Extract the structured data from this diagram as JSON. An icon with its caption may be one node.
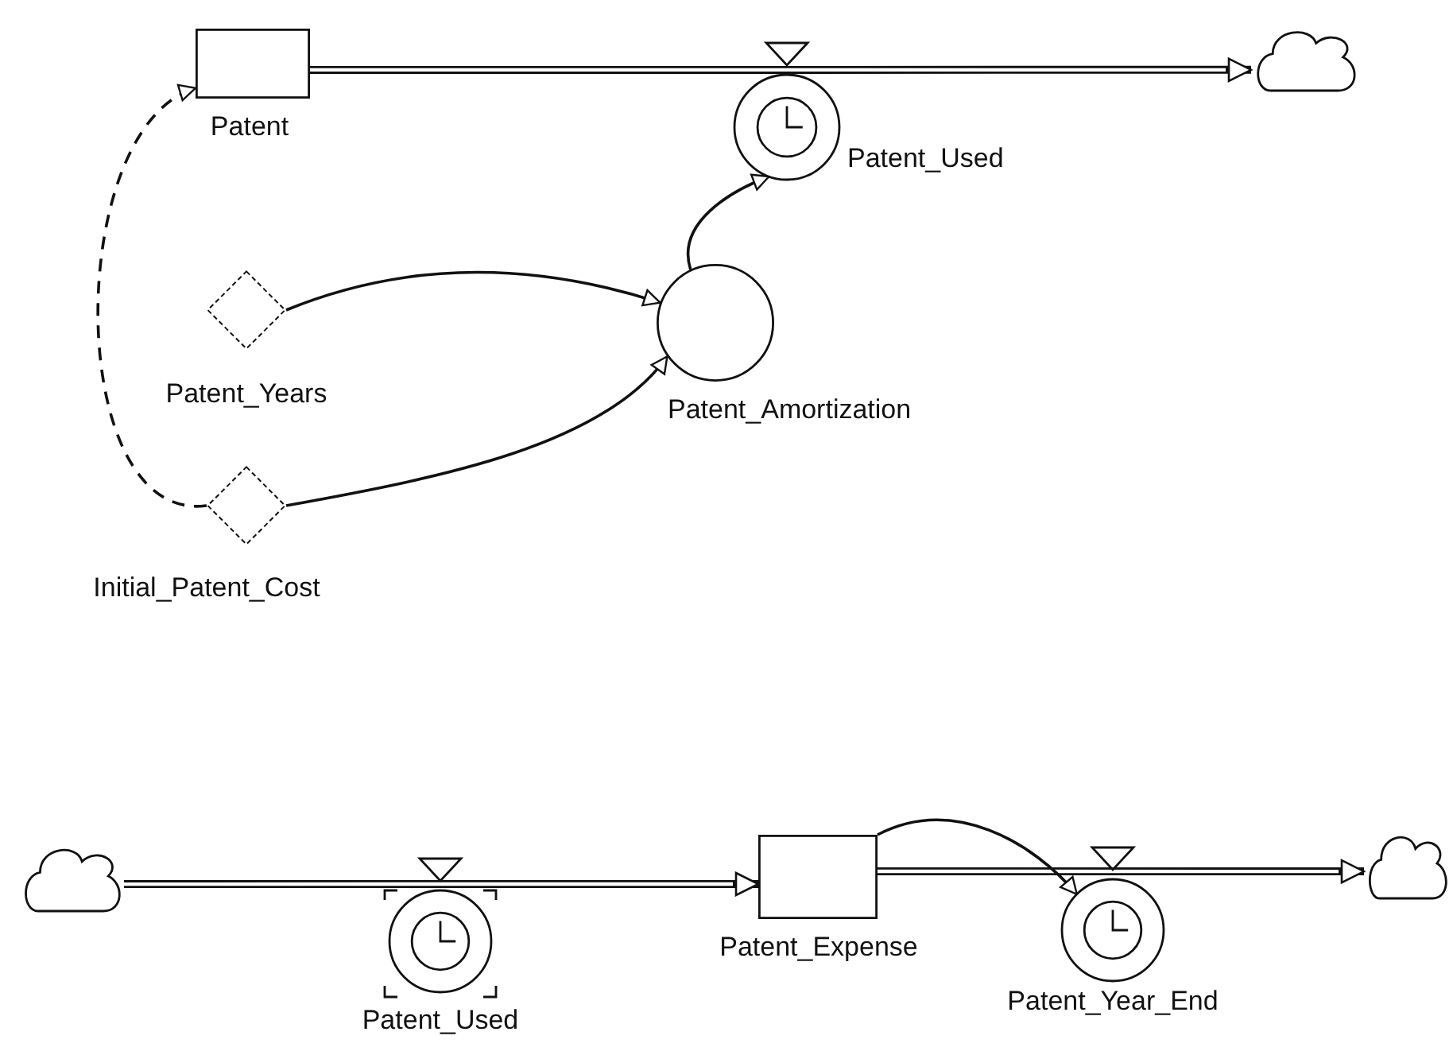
{
  "diagram": {
    "nodes": [
      {
        "text": [
          "Patent"
        ]
      },
      {
        "text": [
          "Patent_Used"
        ]
      },
      {
        "text": [],
        "shape": "cloud"
      },
      {
        "text": [
          "Patent_Years"
        ]
      },
      {
        "text": [
          "Patent_Amortization"
        ]
      },
      {
        "text": [
          "Initial_Patent_Cost"
        ]
      },
      {
        "text": [],
        "shape": "cloud"
      },
      {
        "text": [
          "Patent_Used"
        ]
      },
      {
        "text": [
          "Patent_Expense"
        ]
      },
      {
        "text": [
          "Patent_Year_End"
        ]
      },
      {
        "text": [],
        "shape": "cloud"
      }
    ],
    "edges": [
      {
        "from": 0,
        "to": 2,
        "arrow": "to",
        "style": "thick"
      },
      {
        "from": 5,
        "to": 0,
        "arrow": "to",
        "style": "dashed"
      },
      {
        "from": 3,
        "to": 4,
        "arrow": "to"
      },
      {
        "from": 5,
        "to": 4,
        "arrow": "to"
      },
      {
        "from": 4,
        "to": 1,
        "arrow": "to"
      },
      {
        "from": 6,
        "to": 8,
        "arrow": "to",
        "style": "thick"
      },
      {
        "from": 8,
        "to": 10,
        "arrow": "to",
        "style": "thick"
      },
      {
        "from": 8,
        "to": 9,
        "arrow": "to"
      }
    ]
  }
}
